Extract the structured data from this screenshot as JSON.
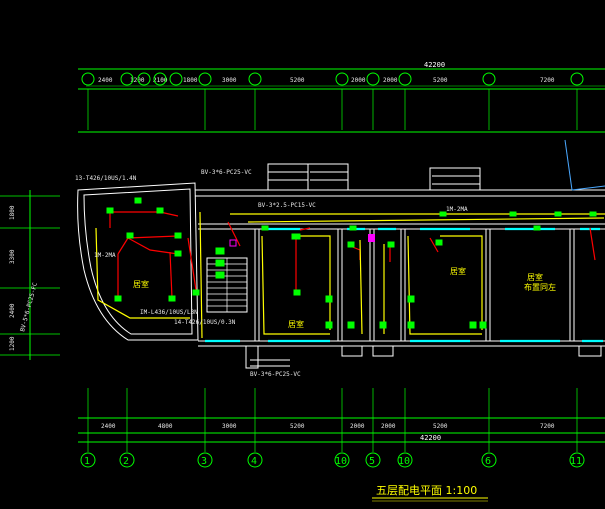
{
  "colors": {
    "background": "#000000",
    "dimension": "#00ff00",
    "wall": "#ffffff",
    "circuit_red": "#ff0000",
    "circuit_yellow": "#ffff00",
    "fixture_green": "#00ff00",
    "window_cyan": "#00ffff",
    "accent_magenta": "#ff00ff"
  },
  "top_total": "42200",
  "bottom_total": "42200",
  "top_dims": [
    "2400",
    "1200",
    "2100",
    "1800",
    "3000",
    "5200",
    "2000",
    "2000",
    "5200",
    "7200"
  ],
  "bottom_dims": [
    "2400",
    "4800",
    "3000",
    "5200",
    "2000",
    "2000",
    "5200",
    "7200"
  ],
  "axis_labels": [
    "1",
    "2",
    "3",
    "4",
    "10",
    "5",
    "10",
    "6",
    "11"
  ],
  "left_dims": [
    "1800",
    "3300",
    "2400",
    "1200"
  ],
  "wire_labels": {
    "top_left": "13-T426/10US/1.4N",
    "bv_top": "BV-3*6-PC25-VC",
    "bv_mid": "BV-3*2.5-PC15-VC",
    "ref_small": "1M-2MA",
    "left_lamp": "1M-2MA",
    "bottom_left": "IM-L436/10US/L3N",
    "bottom_mid": "14-T426/10US/0.3N",
    "bv_bottom": "BV-3*6-PC25-VC",
    "vertical": "BV-5*6-PC25-FC"
  },
  "rooms": {
    "room_1": "居室",
    "room_2": "居室",
    "room_3": "居室",
    "room_4": "居室",
    "room_4_sub": "布置同左"
  },
  "drawing_title": "五层配电平面  1:100"
}
